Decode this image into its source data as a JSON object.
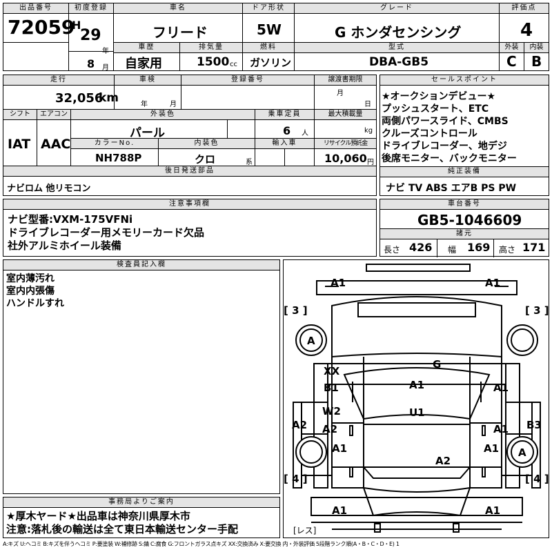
{
  "h": {
    "lot_no": "出品番号",
    "first_reg": "初度登録",
    "car_name": "車名",
    "door": "ドア形状",
    "grade": "グレード",
    "score": "評価点",
    "history": "車歴",
    "displacement": "排気量",
    "fuel": "燃料",
    "model": "型式",
    "exterior": "外装",
    "interior": "内装",
    "mileage": "走行",
    "inspection": "車検",
    "reg_no": "登録番号",
    "transfer": "譲渡書期限",
    "sales_point": "セールスポイント",
    "shift": "シフト",
    "aircon": "エアコン",
    "color": "外装色",
    "capacity": "乗車定員",
    "max_load": "最大積載量",
    "color_no": "カラーNo.",
    "int_color": "内装色",
    "import": "輸入車",
    "recycle": "リサイクル預託金",
    "later_parts": "後日発送部品",
    "genuine": "純正装備",
    "notes": "注意事項欄",
    "chassis": "車台番号",
    "specs": "諸元",
    "inspector": "検査員記入欄",
    "office": "事務局よりご案内"
  },
  "v": {
    "lot_no": "72059",
    "era": "H",
    "year": "29",
    "year_u": "年",
    "month": "8",
    "month_u": "月",
    "car_name": "フリード",
    "door": "5W",
    "grade": "G ホンダセンシング",
    "score": "4",
    "history": "自家用",
    "displacement": "1500",
    "disp_u": "cc",
    "fuel": "ガソリン",
    "model": "DBA-GB5",
    "exterior": "C",
    "interior": "B",
    "mileage": "32,056",
    "mileage_u": "km",
    "insp_year_u": "年",
    "insp_month_u": "月",
    "transfer_month_u": "月",
    "transfer_day_u": "日",
    "shift": "IAT",
    "aircon": "AAC",
    "color": "パール",
    "capacity": "6",
    "capacity_u": "人",
    "load_u": "kg",
    "color_no": "NH788P",
    "int_color": "クロ",
    "int_color_u": "系",
    "recycle": "10,060",
    "recycle_u": "円",
    "later_parts": "ナビロム 他リモコン",
    "genuine": "ナビ TV ABS エアB PS PW",
    "chassis": "GB5-1046609",
    "len_l": "長さ",
    "len": "426",
    "wid_l": "幅",
    "wid": "169",
    "hei_l": "高さ",
    "hei": "171"
  },
  "sales_points": [
    "★オークションデビュー★",
    "プッシュスタート、ETC",
    "両側パワースライド、CMBS",
    "クルーズコントロール",
    "ドライブレコーダー、地デジ",
    "後席モニター、バックモニター"
  ],
  "notes": [
    "ナビ型番:VXM-175VFNi",
    "ドライブレコーダー用メモリーカード欠品",
    "社外アルミホイール装備"
  ],
  "inspector": [
    "室内薄汚れ",
    "室内内張傷",
    "ハンドルすれ"
  ],
  "office": [
    "★厚木ヤード★出品車は神奈川県厚木市",
    "注意:落札後の輸送は全て東日本輸送センター手配"
  ],
  "legend": "A:キズ U:ヘコミ B:キズを伴うヘコミ P:要塗装 W:補修跡 S:錆 C:腐食 G:フロントガラス点キズ XX:交換済み X:要交換 内・外装評価 5段階ランク順(A・B・C・D・E) 1",
  "diagram": {
    "a1_fl": "A1",
    "a1_fr": "A1",
    "br3_l": "[ 3 ]",
    "br3_r": "[ 3 ]",
    "tire_l": "A",
    "g": "G",
    "xx": "XX",
    "b1": "B1",
    "a1_mid": "A1",
    "a1_r1": "A1",
    "u1": "U1",
    "w2": "W2",
    "a2_l": "A2",
    "a2_in": "A2",
    "a1_r2": "A1",
    "b3": "B3",
    "a1_l2": "A1",
    "a1_r3": "A1",
    "tire_r": "A",
    "a2_c": "A2",
    "br4_l": "[ 4 ]",
    "br4_r": "[ 4 ]",
    "a1_bl": "A1",
    "a1_br": "A1",
    "res": "[レス]"
  }
}
